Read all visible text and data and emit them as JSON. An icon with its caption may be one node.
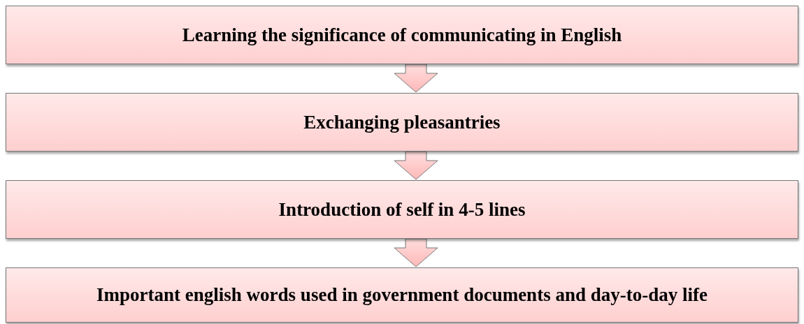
{
  "diagram": {
    "nodes": [
      {
        "text": [
          "Learning the significance of communicating in English"
        ]
      },
      {
        "text": [
          "Exchanging pleasantries"
        ]
      },
      {
        "text": [
          "Introduction of self in 4-5 lines"
        ]
      },
      {
        "text": [
          "Important english words used in government documents and day-to-day life"
        ]
      }
    ],
    "edges": [
      {
        "from": 0,
        "to": 1,
        "arrow": "to"
      },
      {
        "from": 1,
        "to": 2,
        "arrow": "to"
      },
      {
        "from": 2,
        "to": 3,
        "arrow": "to"
      }
    ]
  }
}
